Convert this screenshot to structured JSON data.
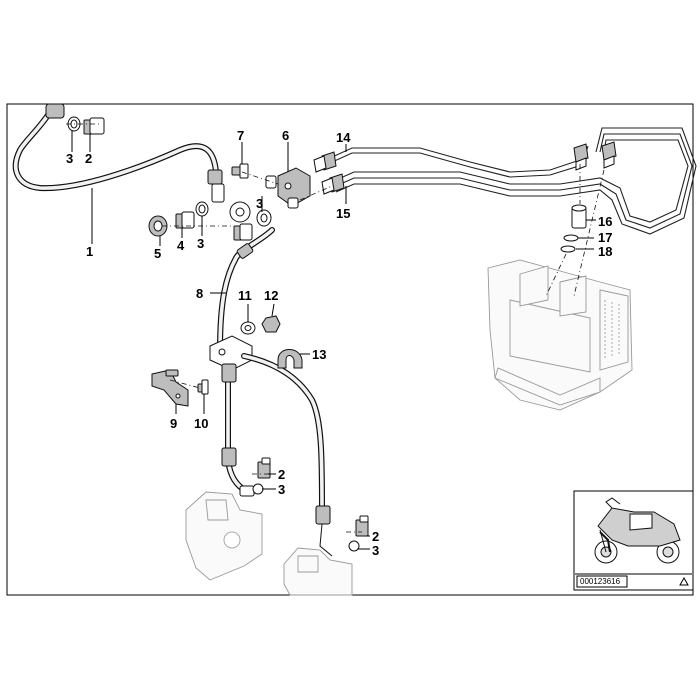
{
  "callouts": {
    "c1": "1",
    "c2": "2",
    "c3": "3",
    "c4": "4",
    "c5": "5",
    "c6": "6",
    "c7": "7",
    "c8": "8",
    "c9": "9",
    "c10": "10",
    "c11": "11",
    "c12": "12",
    "c13": "13",
    "c14": "14",
    "c15": "15",
    "c16": "16",
    "c17": "17",
    "c18": "18"
  },
  "inset": {
    "code": "000123616"
  },
  "colors": {
    "line": "#000000",
    "fill": "#ffffff",
    "shade": "#bdbdbd"
  }
}
